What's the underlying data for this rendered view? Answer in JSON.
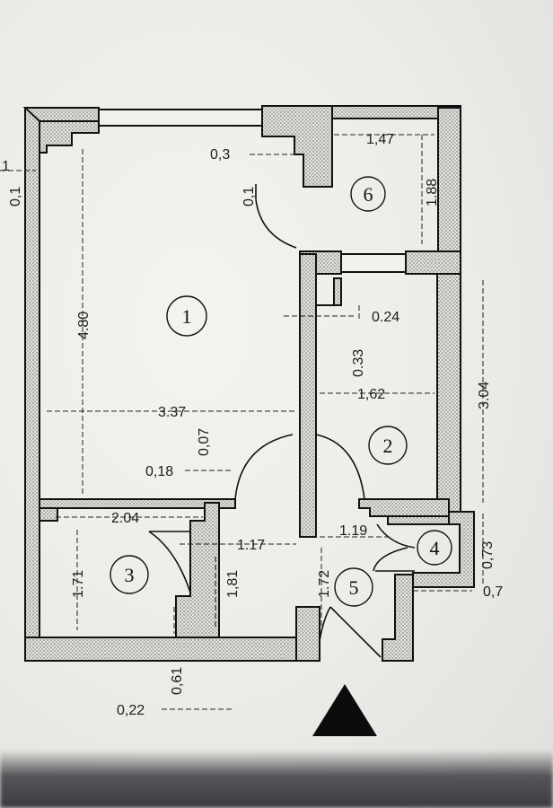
{
  "rooms": [
    {
      "id": "1",
      "label": "1"
    },
    {
      "id": "2",
      "label": "2"
    },
    {
      "id": "3",
      "label": "3"
    },
    {
      "id": "4",
      "label": "4"
    },
    {
      "id": "5",
      "label": "5"
    },
    {
      "id": "6",
      "label": "6"
    }
  ],
  "dimensions": {
    "d_0_3": "0,3",
    "d_1_47": "1,47",
    "d_0_1_left": "0,1",
    "d_1_edge": "1",
    "d_0_1_door": "0,1",
    "d_1_88": "1.88",
    "d_4_80": "4.80",
    "d_0_24": "0.24",
    "d_0_33": "0.33",
    "d_1_62": "1,62",
    "d_3_37": "3.37",
    "d_3_04": "3.04",
    "d_0_07": "0,07",
    "d_0_18": "0,18",
    "d_2_04": "2.04",
    "d_1_17": "1.17",
    "d_1_19": "1.19",
    "d_0_73": "0,73",
    "d_1_71": "1.71",
    "d_1_81": "1,81",
    "d_1_72": "1.72",
    "d_0_7": "0,7",
    "d_0_61": "0,61",
    "d_0_22": "0,22"
  },
  "colors": {
    "ink": "#1c1c1c",
    "wall_fill": "#d9d7d2",
    "paper": "#f1f0ec"
  },
  "icons": {
    "entrance": "north-arrow-triangle-icon"
  }
}
